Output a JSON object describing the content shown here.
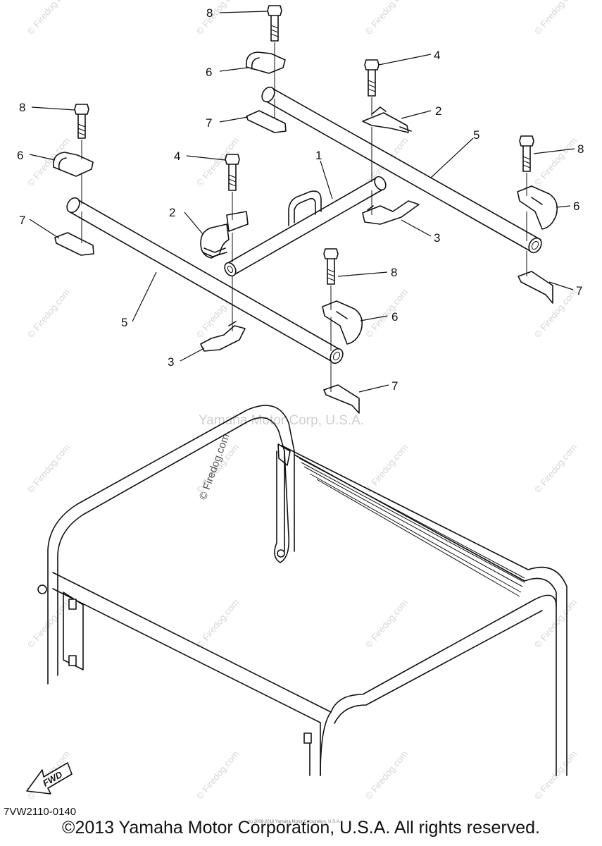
{
  "diagram": {
    "code": "7VW2110-0140",
    "copyright": "©2013 Yamaha Motor Corporation, U.S.A. All rights reserved.",
    "watermark_center": "Yamaha Motor Corp, U.S.A.",
    "watermark_firedog": "© Firedog.com",
    "watermark_repeat": "© Firedog.com",
    "tiny_credit": "(c) 2008-2016 Yamaha Motor Corporation, U.S.A.",
    "fwd_label": "FWD",
    "callouts": [
      {
        "id": "c8a",
        "text": "8"
      },
      {
        "id": "c6a",
        "text": "6"
      },
      {
        "id": "c4a",
        "text": "4"
      },
      {
        "id": "c2a",
        "text": "2"
      },
      {
        "id": "c7a",
        "text": "7"
      },
      {
        "id": "c8b",
        "text": "8"
      },
      {
        "id": "c5a",
        "text": "5"
      },
      {
        "id": "c6b",
        "text": "6"
      },
      {
        "id": "c8c",
        "text": "8"
      },
      {
        "id": "c4b",
        "text": "4"
      },
      {
        "id": "c1",
        "text": "1"
      },
      {
        "id": "c6c",
        "text": "6"
      },
      {
        "id": "c7b",
        "text": "7"
      },
      {
        "id": "c2b",
        "text": "2"
      },
      {
        "id": "c3a",
        "text": "3"
      },
      {
        "id": "c8d",
        "text": "8"
      },
      {
        "id": "c7c",
        "text": "7"
      },
      {
        "id": "c5b",
        "text": "5"
      },
      {
        "id": "c6d",
        "text": "6"
      },
      {
        "id": "c3b",
        "text": "3"
      },
      {
        "id": "c7d",
        "text": "7"
      }
    ]
  }
}
